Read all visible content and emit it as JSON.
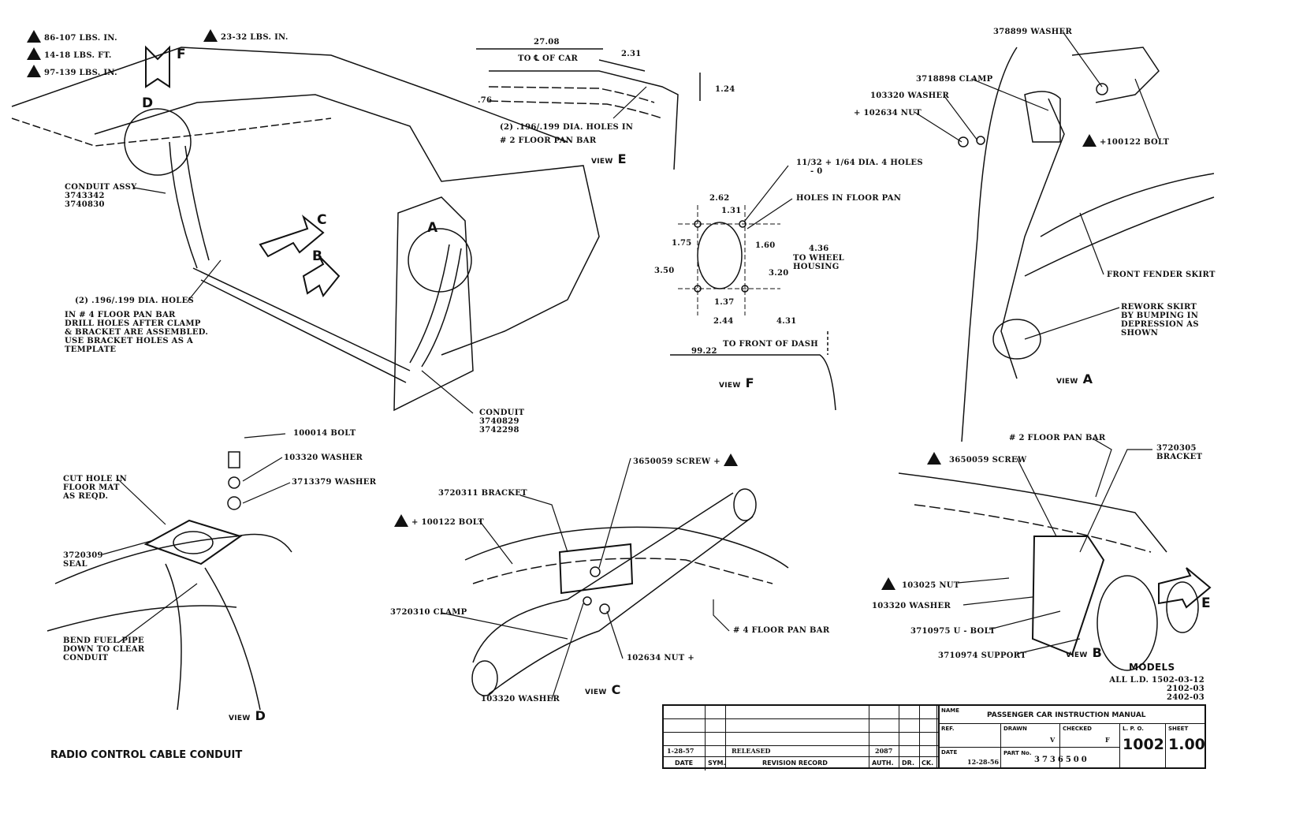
{
  "torque_legend": [
    "86-107 LBS. IN.",
    "14-18 LBS. FT.",
    "97-139 LBS. IN.",
    "23-32 LBS. IN."
  ],
  "view_letters": {
    "F": "F",
    "D": "D",
    "C": "C",
    "B": "B",
    "A": "A",
    "E": "E"
  },
  "main_view": {
    "conduit_assy": [
      "CONDUIT ASSY",
      "3743342",
      "3740830"
    ],
    "holes_note": [
      "(2) .196/.199 DIA. HOLES",
      "IN # 4 FLOOR PAN BAR",
      "DRILL HOLES AFTER CLAMP",
      "& BRACKET ARE ASSEMBLED.",
      "USE BRACKET HOLES AS A",
      "TEMPLATE"
    ],
    "conduit": [
      "CONDUIT",
      "3740829",
      "3742298"
    ]
  },
  "view_e": {
    "dim_27": "27.08",
    "to_cl_car": "TO ℄ OF CAR",
    "dim_231": "2.31",
    "dim_124": "1.24",
    "dim_76": ".76",
    "holes": [
      "(2) .196/.199 DIA. HOLES IN",
      "# 2 FLOOR PAN BAR"
    ],
    "label": "VIEW",
    "letter": "E"
  },
  "view_f": {
    "hole_dia": [
      "11/32 + 1/64 DIA. 4 HOLES",
      "- 0"
    ],
    "holes_in_floor_pan": "HOLES IN FLOOR PAN",
    "dims": {
      "d262": "2.62",
      "d131": "1.31",
      "d175": "1.75",
      "d160": "1.60",
      "d350": "3.50",
      "d320": "3.20",
      "d137": "1.37",
      "d244": "2.44",
      "d431": "4.31",
      "d436": "4.36",
      "d9922": "99.22"
    },
    "to_wheel_housing": [
      "TO WHEEL",
      "HOUSING"
    ],
    "to_front_of_dash": "TO FRONT OF DASH",
    "label": "VIEW",
    "letter": "F"
  },
  "view_a": {
    "parts": [
      "378899 WASHER",
      "3718898 CLAMP",
      "103320 WASHER",
      "+ 102634 NUT",
      "+100122 BOLT",
      "FRONT FENDER SKIRT"
    ],
    "rework": [
      "REWORK SKIRT",
      "BY BUMPING IN",
      "DEPRESSION AS",
      "SHOWN"
    ],
    "label": "VIEW",
    "letter": "A"
  },
  "view_b": {
    "parts": [
      "# 2 FLOOR PAN BAR",
      "3650059 SCREW",
      "103025 NUT",
      "103320 WASHER",
      "3710975 U - BOLT",
      "3710974 SUPPORT"
    ],
    "bracket": [
      "3720305",
      "BRACKET"
    ],
    "label": "VIEW",
    "letter": "B",
    "arrow_letter": "E"
  },
  "models": {
    "title": "MODELS",
    "lines": [
      "ALL L.D.  1502-03-12",
      "2102-03",
      "2402-03"
    ]
  },
  "view_d": {
    "parts": [
      "100014 BOLT",
      "103320 WASHER",
      "3713379 WASHER"
    ],
    "cut_hole": [
      "CUT HOLE IN",
      "FLOOR MAT",
      "AS REQD."
    ],
    "seal": [
      "3720309",
      "SEAL"
    ],
    "fuel_pipe": [
      "BEND FUEL PIPE",
      "DOWN TO CLEAR",
      "CONDUIT"
    ],
    "label": "VIEW",
    "letter": "D"
  },
  "view_c": {
    "parts": [
      "3650059 SCREW +",
      "3720311 BRACKET",
      "+ 100122 BOLT",
      "3720310 CLAMP",
      "# 4 FLOOR PAN BAR",
      "102634 NUT +",
      "103320 WASHER"
    ],
    "label": "VIEW",
    "letter": "C"
  },
  "title": "RADIO CONTROL CABLE CONDUIT",
  "title_block": {
    "rev_date": "1-28-57",
    "rev_record": "RELEASED",
    "rev_auth": "2087",
    "headers": [
      "DATE",
      "SYM.",
      "REVISION RECORD",
      "AUTH.",
      "DR.",
      "CK."
    ],
    "name_label": "NAME",
    "name": "PASSENGER CAR INSTRUCTION MANUAL",
    "ref_label": "REF.",
    "drawn_label": "DRAWN",
    "drawn": "V",
    "checked_label": "CHECKED",
    "checked": "F",
    "lpo_label": "L. P. O.",
    "lpo": "1002",
    "sheet_label": "SHEET",
    "sheet": "1.00",
    "date_label": "DATE",
    "date": "12-28-56",
    "part_label": "PART No.",
    "part": "3736500"
  }
}
